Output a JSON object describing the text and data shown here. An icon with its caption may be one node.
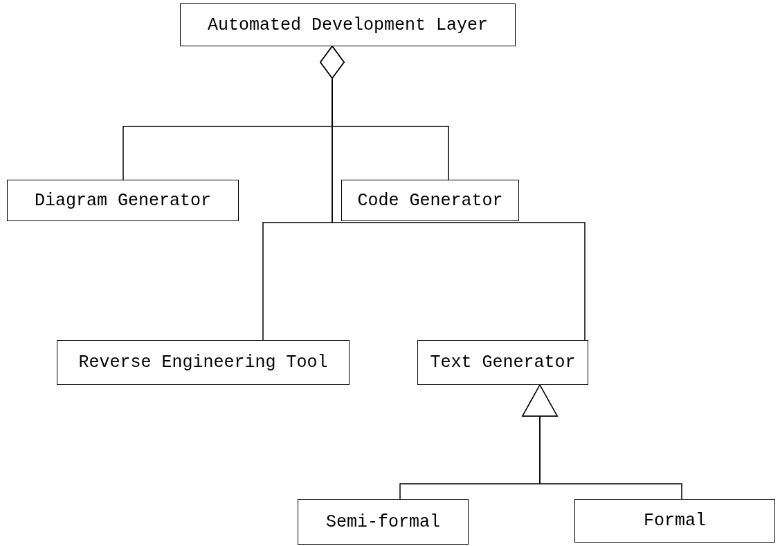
{
  "diagram": {
    "nodes": [
      {
        "text": [
          "Automated Development Layer"
        ]
      },
      {
        "text": [
          "Diagram Generator"
        ]
      },
      {
        "text": [
          "Code Generator"
        ]
      },
      {
        "text": [
          "Reverse Engineering Tool"
        ]
      },
      {
        "text": [
          "Text Generator"
        ]
      },
      {
        "text": [
          "Semi-formal"
        ]
      },
      {
        "text": [
          "Formal"
        ]
      }
    ],
    "edges": [
      {
        "from": 0,
        "to": 1,
        "arrow": "other"
      },
      {
        "from": 0,
        "to": 3,
        "arrow": "other"
      },
      {
        "from": 0,
        "to": 2,
        "arrow": "other"
      },
      {
        "from": 0,
        "to": 4,
        "arrow": "other"
      },
      {
        "from": 5,
        "to": 4,
        "arrow": "to"
      },
      {
        "from": 6,
        "to": 4,
        "arrow": "to"
      }
    ]
  }
}
